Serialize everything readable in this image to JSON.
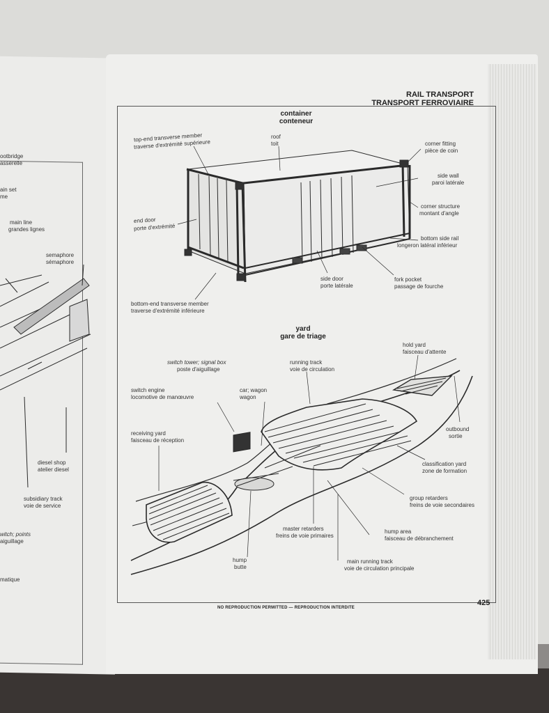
{
  "header": {
    "line1": "RAIL TRANSPORT",
    "line2": "TRANSPORT FERROVIAIRE"
  },
  "container": {
    "title1": "container",
    "title2": "conteneur",
    "labels": {
      "top_end": [
        "top-end transverse member",
        "traverse d'extrémité supérieure"
      ],
      "roof": [
        "roof",
        "toit"
      ],
      "corner_fitting": [
        "corner fitting",
        "pièce de coin"
      ],
      "side_wall": [
        "side wall",
        "paroi latérale"
      ],
      "corner_structure": [
        "corner structure",
        "montant d'angle"
      ],
      "bottom_side_rail": [
        "bottom side rail",
        "longeron latéral inférieur"
      ],
      "end_door": [
        "end door",
        "porte d'extrémité"
      ],
      "side_door": [
        "side door",
        "porte latérale"
      ],
      "fork_pocket": [
        "fork pocket",
        "passage de fourche"
      ],
      "bottom_end": [
        "bottom-end transverse member",
        "traverse d'extrémité inférieure"
      ]
    }
  },
  "yard": {
    "title1": "yard",
    "title2": "gare de triage",
    "labels": {
      "hold_yard": [
        "hold yard",
        "faisceau d'attente"
      ],
      "switch_tower": [
        "switch tower; signal box",
        "poste d'aiguillage"
      ],
      "running_track": [
        "running track",
        "voie de circulation"
      ],
      "switch_engine": [
        "switch engine",
        "locomotive de manœuvre"
      ],
      "car_wagon": [
        "car; wagon",
        "wagon"
      ],
      "receiving_yard": [
        "receiving yard",
        "faisceau de réception"
      ],
      "outbound": [
        "outbound",
        "sortie"
      ],
      "classification_yard": [
        "classification yard",
        "zone de formation"
      ],
      "group_retarders": [
        "group retarders",
        "freins de voie secondaires"
      ],
      "master_retarders": [
        "master retarders",
        "freins de voie primaires"
      ],
      "hump_area": [
        "hump area",
        "faisceau de débranchement"
      ],
      "hump": [
        "hump",
        "butte"
      ],
      "main_running_track": [
        "main running track",
        "voie de circulation principale"
      ]
    }
  },
  "left_page": {
    "labels": [
      "ootbridge",
      "asserelle",
      "ain set",
      "me",
      "main line",
      "grandes lignes",
      "semaphore",
      "sémaphore",
      "diesel shop",
      "atelier diesel",
      "subsidiary track",
      "voie de service",
      "witch; points",
      "aiguillage",
      "matique"
    ]
  },
  "footer": {
    "notice": "NO REPRODUCTION PERMITTED — REPRODUCTION INTERDITE",
    "page_number": "425"
  }
}
